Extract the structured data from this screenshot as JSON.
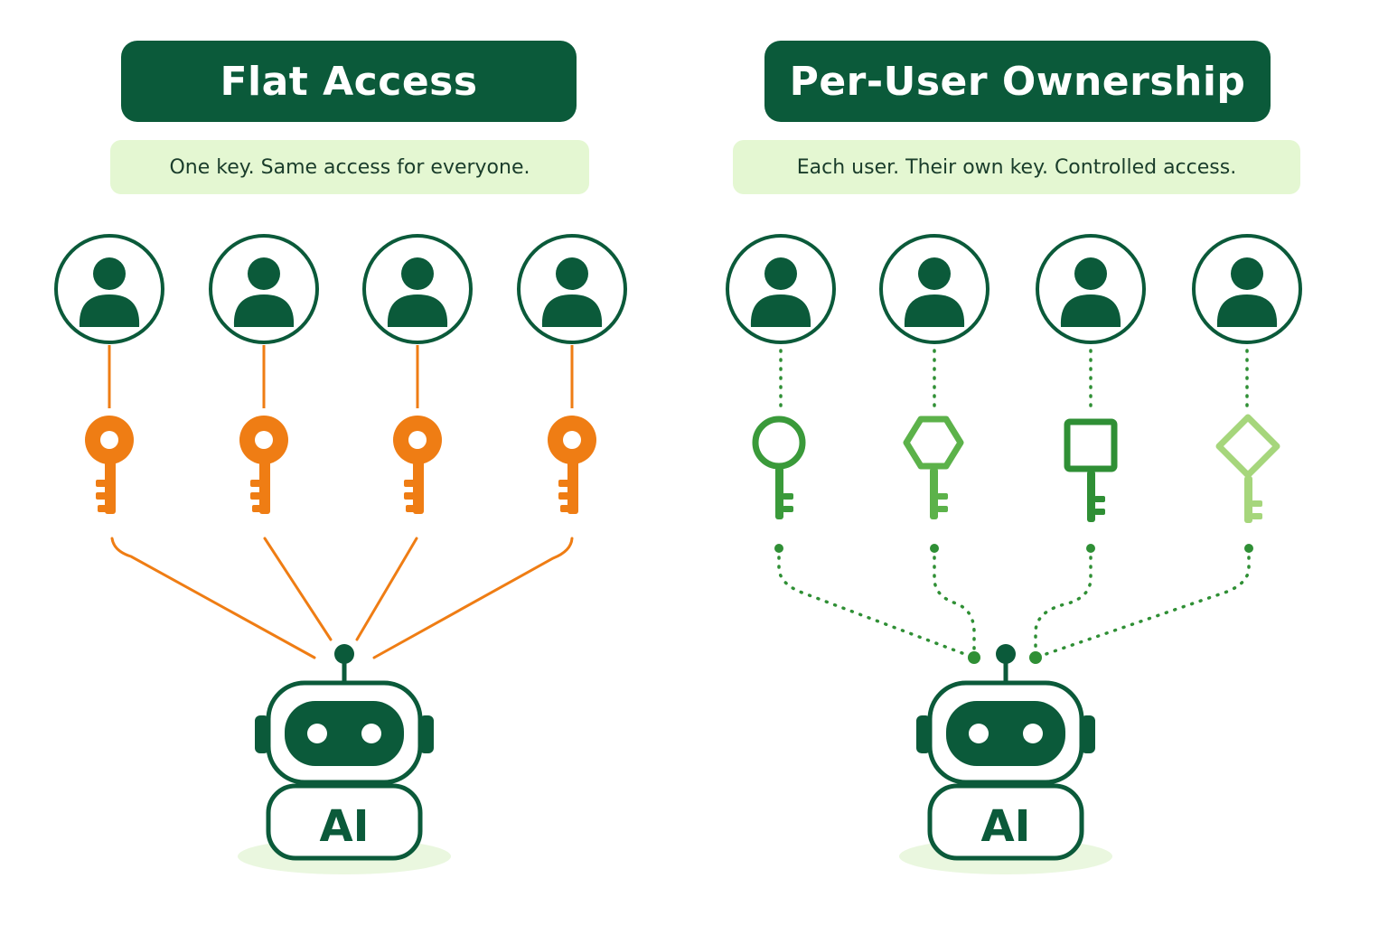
{
  "left_panel": {
    "title": "Flat Access",
    "subtitle": "One key. Same access for everyone.",
    "user_count": 4,
    "key_color": "#ef7d14",
    "line_color": "#ef7d14",
    "line_style": "solid",
    "robot_label": "AI"
  },
  "right_panel": {
    "title": "Per-User Ownership",
    "subtitle": "Each user. Their own key. Controlled access.",
    "user_count": 4,
    "keys": [
      {
        "shape": "circle",
        "color": "#3a9a3a"
      },
      {
        "shape": "hexagon",
        "color": "#5cb24a"
      },
      {
        "shape": "square",
        "color": "#2f8f35"
      },
      {
        "shape": "diamond",
        "color": "#a6d67c"
      }
    ],
    "line_color": "#2f8f35",
    "line_style": "dotted",
    "robot_label": "AI"
  },
  "colors": {
    "brand_dark": "#0b5a3a",
    "subtitle_bg": "#e4f7d2",
    "shadow": "#eaf7df"
  }
}
